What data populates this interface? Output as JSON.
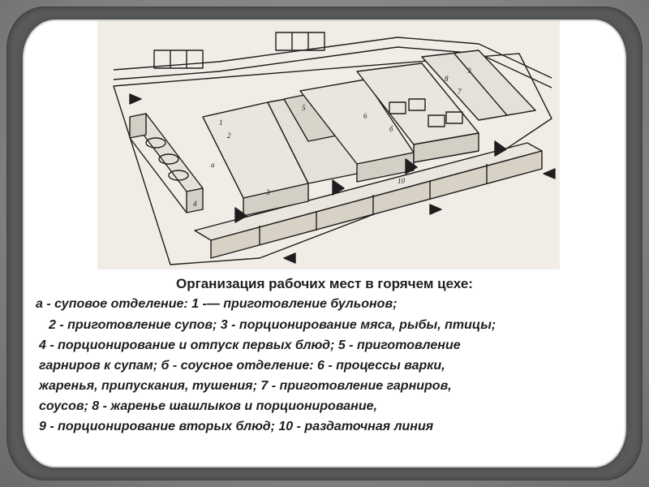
{
  "figure": {
    "labels": [
      "а",
      "1",
      "2",
      "3",
      "4",
      "5",
      "б",
      "6",
      "7",
      "8",
      "9",
      "10"
    ]
  },
  "caption": {
    "title": "Организация рабочих мест в горячем цехе:",
    "lines": [
      "а - суповое отделение: 1 -— приготовление бульонов;",
      "2 - приготовление супов; 3 - порционирование мяса, рыбы, птицы;",
      "4 - порционирование и отпуск первых блюд; 5 - приготовление",
      "гарниров к супам; б - соусное отделение: 6 - процессы варки,",
      "жаренья, припускания, тушения; 7 - приготовление гарниров,",
      "соусов; 8 - жаренье шашлыков и порционирование,",
      "9 - порционирование вторых блюд; 10 - раздаточная линия"
    ]
  },
  "colors": {
    "frame": "#5a5a5a",
    "paper": "#f1ede6",
    "ink": "#1e1e1e"
  }
}
